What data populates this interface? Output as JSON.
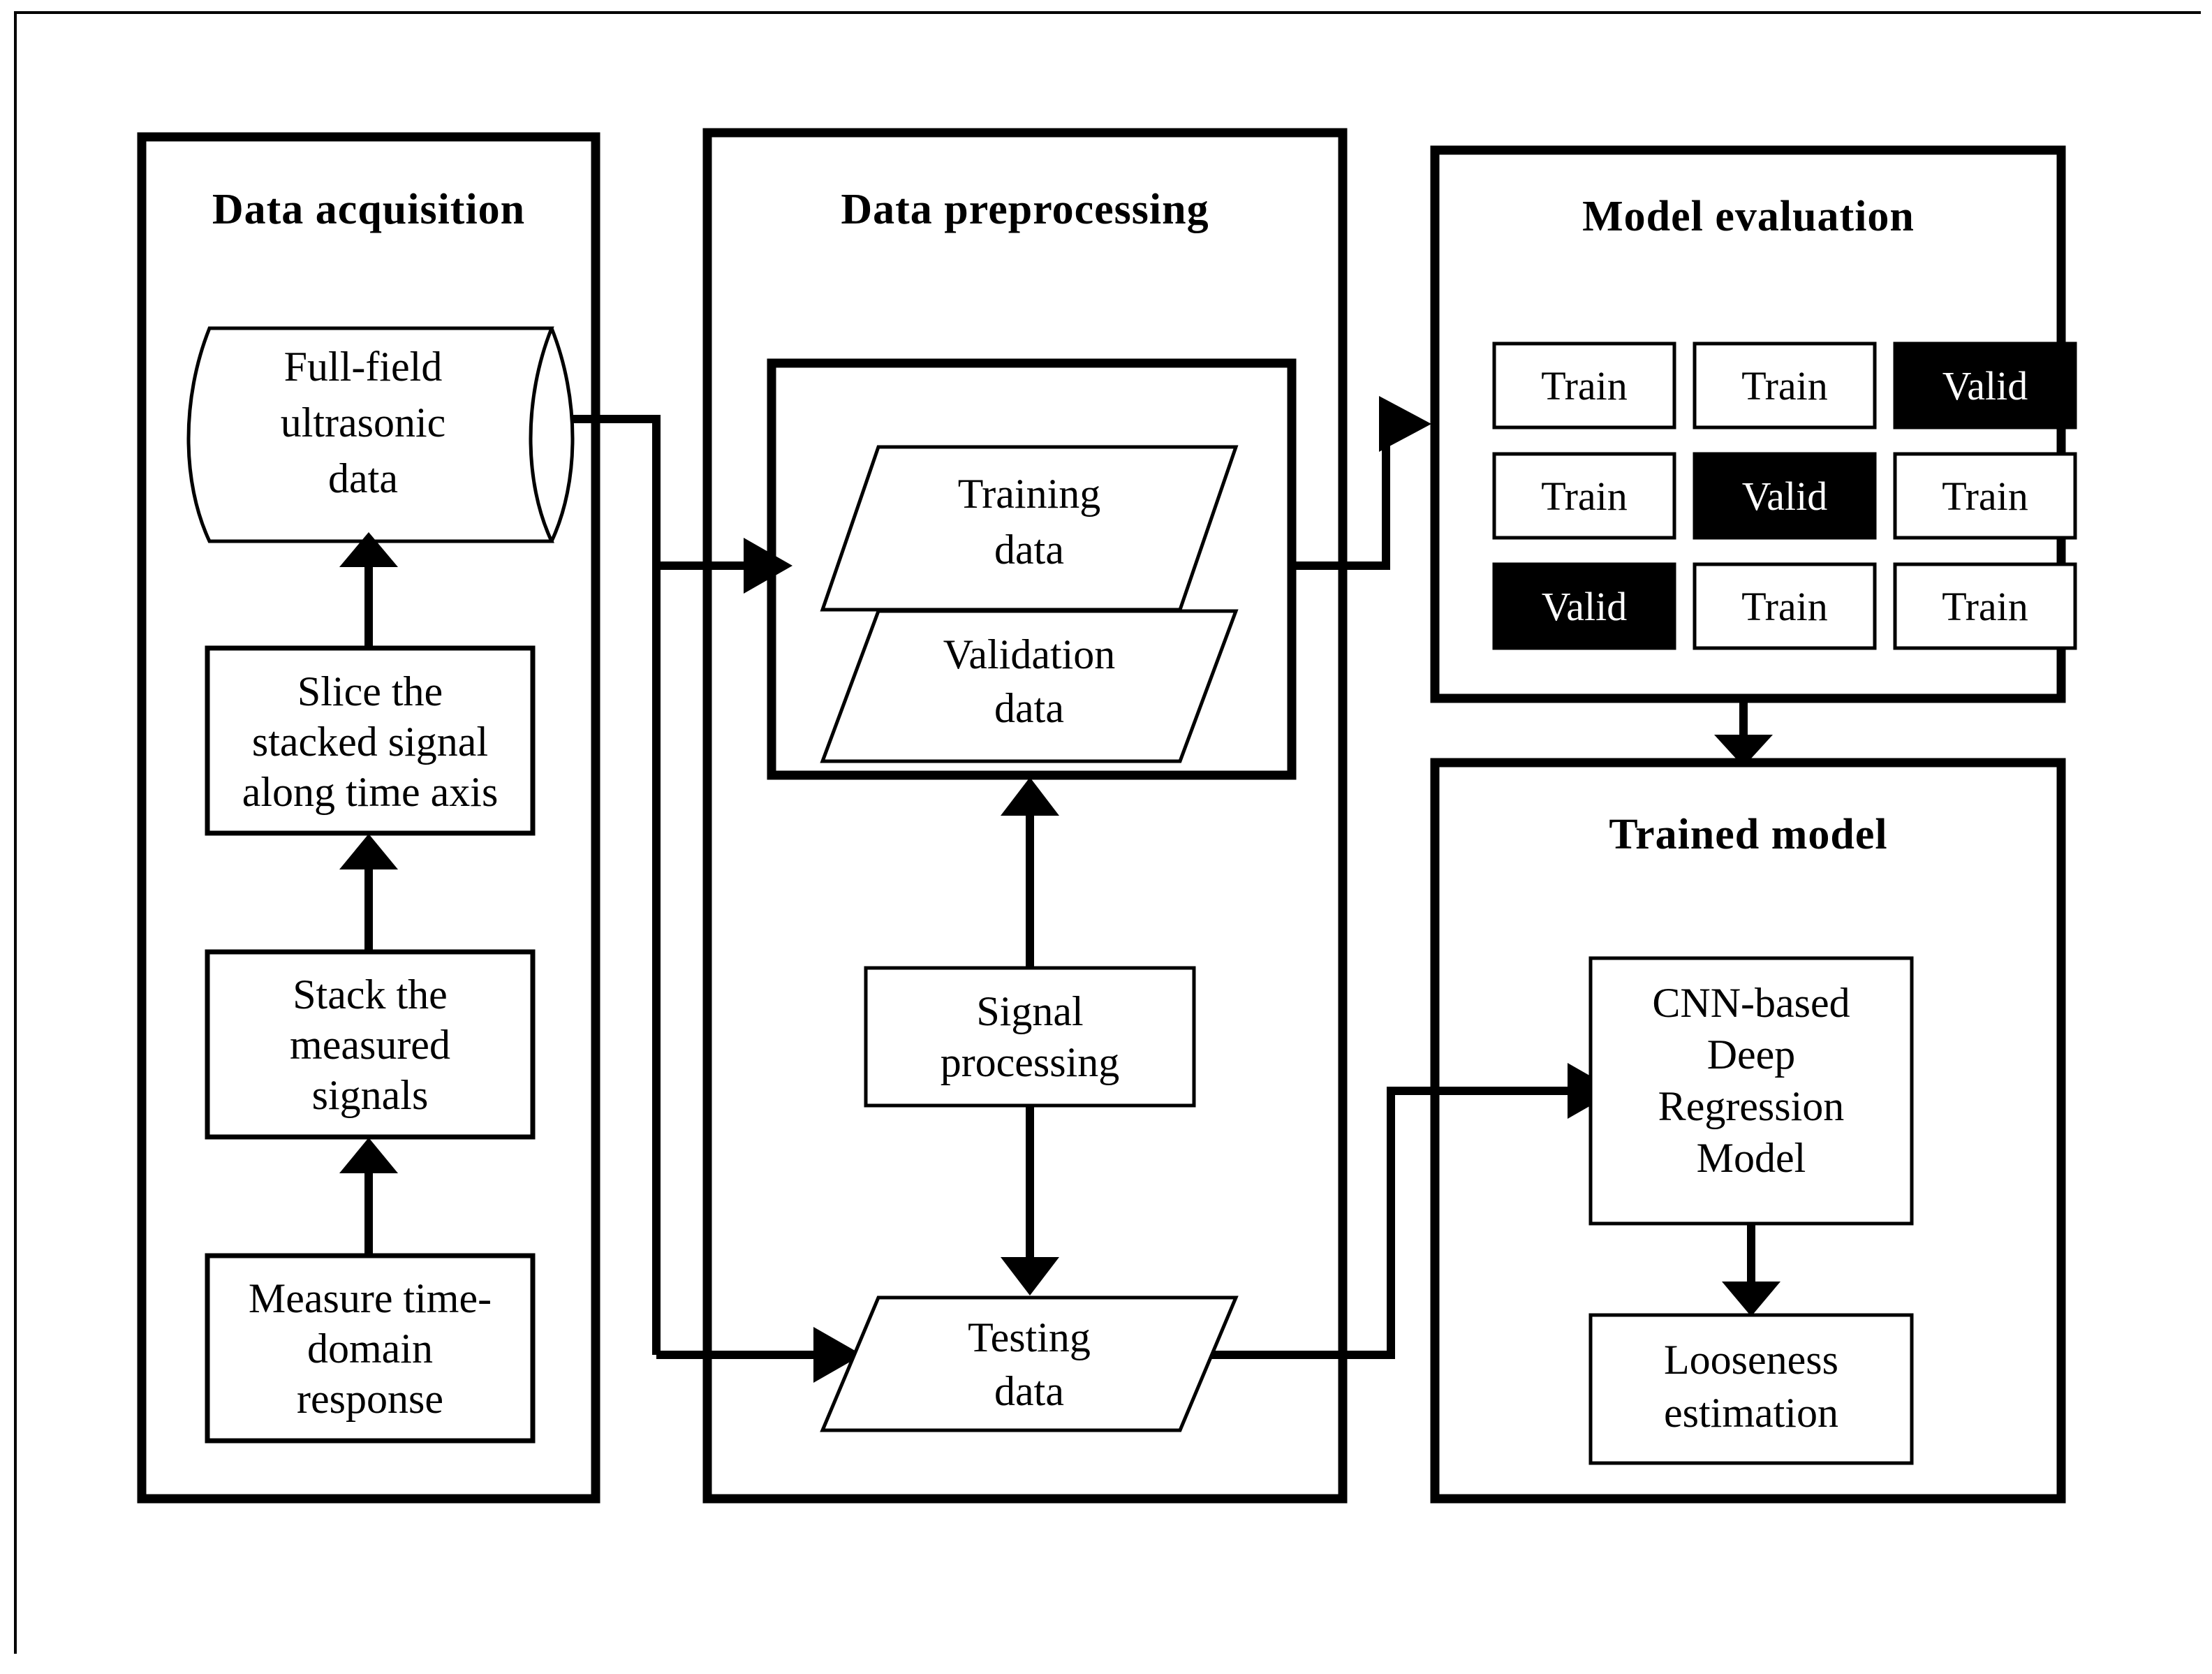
{
  "figure": {
    "type": "flowchart",
    "title": "Full-field ultrasonic CNN looseness estimation workflow",
    "background": "#ffffff",
    "line_color": "#000000",
    "highlight_fill": "#000000",
    "highlight_text": "#ffffff"
  },
  "panels": {
    "data_acquisition": {
      "title": "Data acquisition",
      "nodes": {
        "full_field": "Full-field\nultrasonic\ndata",
        "full_field_l1": "Full-field",
        "full_field_l2": "ultrasonic",
        "full_field_l3": "data",
        "slice_l1": "Slice the",
        "slice_l2": "stacked signal",
        "slice_l3": "along time axis",
        "stack_l1": "Stack the",
        "stack_l2": "measured",
        "stack_l3": "signals",
        "measure_l1": "Measure time-",
        "measure_l2": "domain",
        "measure_l3": "response"
      }
    },
    "data_preprocessing": {
      "title": "Data preprocessing",
      "nodes": {
        "training_l1": "Training",
        "training_l2": "data",
        "validation_l1": "Validation",
        "validation_l2": "data",
        "signal_l1": "Signal",
        "signal_l2": "processing",
        "testing_l1": "Testing",
        "testing_l2": "data"
      }
    },
    "model_evaluation": {
      "title": "Model evaluation",
      "grid": {
        "rows": 3,
        "cols": 3,
        "cells": [
          [
            {
              "label": "Train",
              "highlighted": false
            },
            {
              "label": "Train",
              "highlighted": false
            },
            {
              "label": "Valid",
              "highlighted": true
            }
          ],
          [
            {
              "label": "Train",
              "highlighted": false
            },
            {
              "label": "Valid",
              "highlighted": true
            },
            {
              "label": "Train",
              "highlighted": false
            }
          ],
          [
            {
              "label": "Valid",
              "highlighted": true
            },
            {
              "label": "Train",
              "highlighted": false
            },
            {
              "label": "Train",
              "highlighted": false
            }
          ]
        ]
      }
    },
    "trained_model": {
      "title": "Trained model",
      "nodes": {
        "cnn_l1": "CNN-based",
        "cnn_l2": "Deep",
        "cnn_l3": "Regression",
        "cnn_l4": "Model",
        "looseness_l1": "Looseness",
        "looseness_l2": "estimation"
      }
    }
  }
}
